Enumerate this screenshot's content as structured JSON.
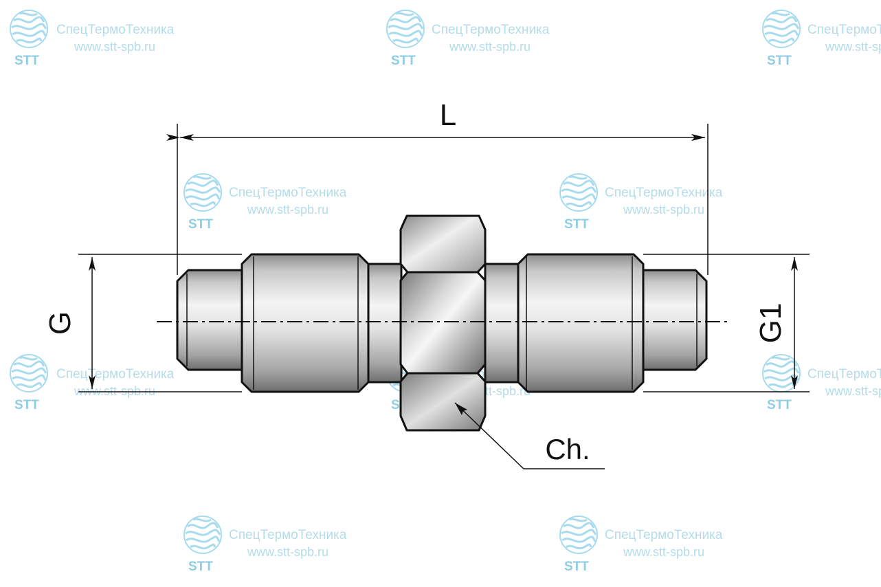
{
  "watermark": {
    "company": "СпецТермоТехника",
    "url": "www.stt-spb.ru",
    "abbr": "STT",
    "color": "#b4dcea"
  },
  "dimensions": {
    "length_label": "L",
    "left_thread_label": "G",
    "right_thread_label": "G1",
    "hex_label": "Ch."
  }
}
